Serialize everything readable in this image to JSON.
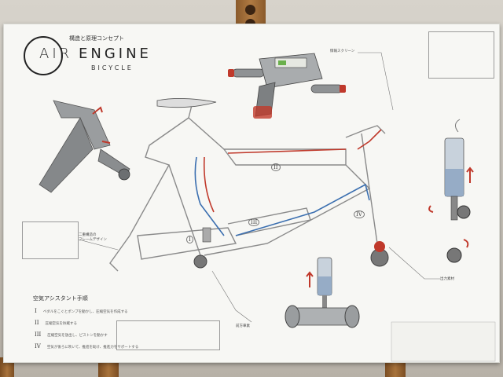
{
  "logo": {
    "word1": "AIR",
    "word2": "ENGINE",
    "word3": "BICYCLE"
  },
  "board_title": "構造と原理コンセプト",
  "labels": {
    "label_top": "情報スクリーン",
    "label_bottom": "前方車素",
    "label_right": "出力素材",
    "label_left": "二重構造の\nフレームデザイン"
  },
  "roman": [
    "I",
    "II",
    "III",
    "IV"
  ],
  "steps_title": "空気アシスタント手順",
  "steps": [
    {
      "num": "I",
      "text": "ペダルをこぐとポンプを動かし、圧縮空気を作成する"
    },
    {
      "num": "II",
      "text": "圧縮空気を貯蔵する"
    },
    {
      "num": "III",
      "text": "圧縮空気を放出し、ピストンを動かす"
    },
    {
      "num": "IV",
      "text": "空気が後ろに吹いて、推進を助け、推進力をサポートする"
    }
  ],
  "colors": {
    "red": "#c0392b",
    "blue": "#3b6fb0",
    "frame": "#8a8a8a"
  }
}
